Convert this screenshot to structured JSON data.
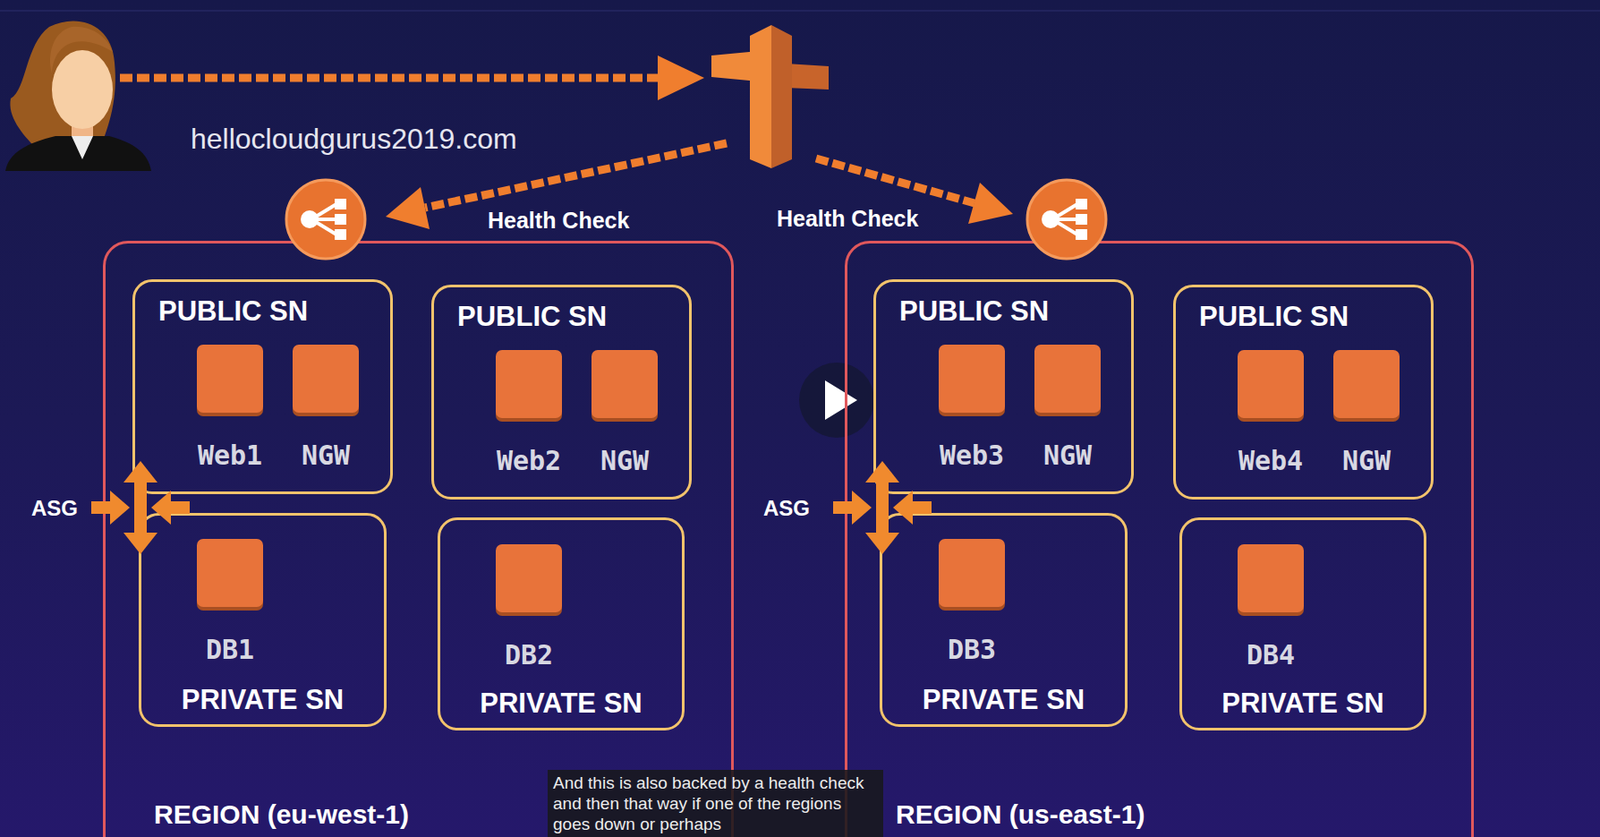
{
  "diagram": {
    "caption": "And this is also backed by a health check and then that way if one of the regions goes down or perhaps",
    "nodes": [
      {
        "text": [
          "REGION (eu-west-1)"
        ]
      },
      {
        "text": [
          "PUBLIC SN"
        ],
        "in": 0
      },
      {
        "text": [
          "Web1"
        ],
        "in": 1
      },
      {
        "text": [
          "NGW"
        ],
        "in": 1
      },
      {
        "text": [
          "PUBLIC SN"
        ],
        "in": 0
      },
      {
        "text": [
          "Web2"
        ],
        "in": 4
      },
      {
        "text": [
          "NGW"
        ],
        "in": 4
      },
      {
        "text": [
          "PRIVATE SN"
        ],
        "in": 0
      },
      {
        "text": [
          "DB1"
        ],
        "in": 7
      },
      {
        "text": [
          "PRIVATE SN"
        ],
        "in": 0
      },
      {
        "text": [
          "DB2"
        ],
        "in": 9
      },
      {
        "text": [
          "REGION (us-east-1)"
        ]
      },
      {
        "text": [
          "PUBLIC SN"
        ],
        "in": 11
      },
      {
        "text": [
          "Web3"
        ],
        "in": 12
      },
      {
        "text": [
          "NGW"
        ],
        "in": 12
      },
      {
        "text": [
          "PUBLIC SN"
        ],
        "in": 11
      },
      {
        "text": [
          "Web4"
        ],
        "in": 15
      },
      {
        "text": [
          "NGW"
        ],
        "in": 15
      },
      {
        "text": [
          "PRIVATE SN"
        ],
        "in": 11
      },
      {
        "text": [
          "DB3"
        ],
        "in": 18
      },
      {
        "text": [
          "PRIVATE SN"
        ],
        "in": 11
      },
      {
        "text": [
          "DB4"
        ],
        "in": 20
      }
    ],
    "labels": [
      "hellocloudgurus2019.com",
      "Health Check",
      "Health Check",
      "ASG",
      "ASG"
    ]
  }
}
